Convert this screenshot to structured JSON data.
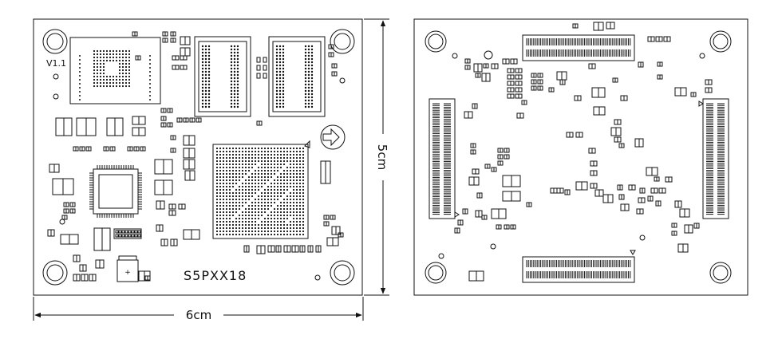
{
  "front_board": {
    "version_label": "V1.1",
    "model_label": "S5PXX18"
  },
  "dimensions": {
    "width_label": "6cm",
    "height_label": "5cm"
  },
  "colors": {
    "line": "#111111",
    "background": "#ffffff"
  },
  "icons": {
    "front_mark": "circled-arrow-right-icon"
  }
}
